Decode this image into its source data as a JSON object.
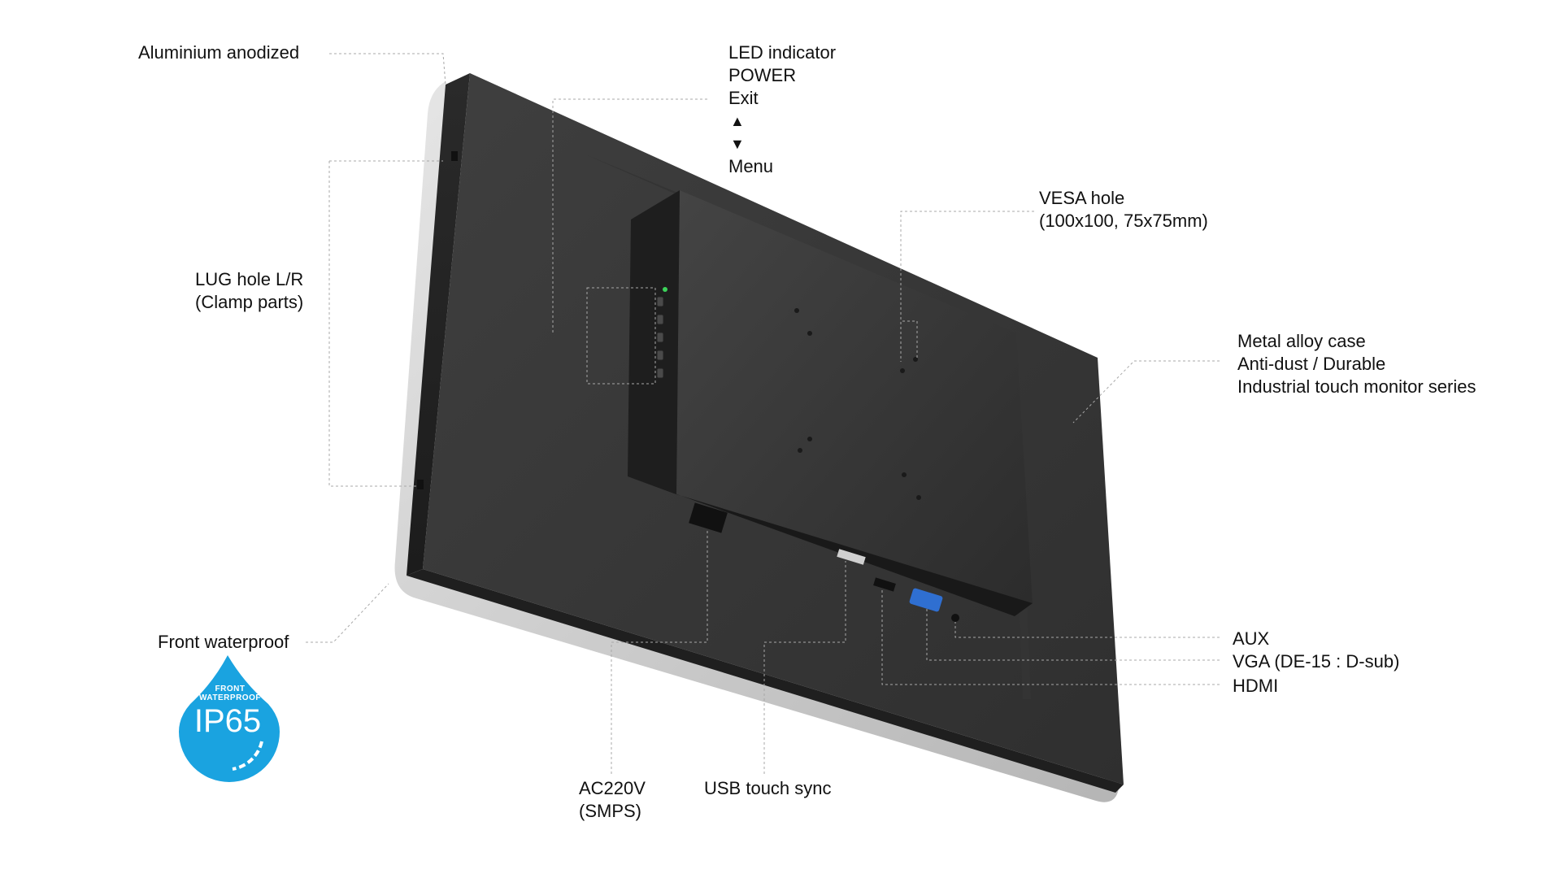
{
  "labels": {
    "aluminium": "Aluminium anodized",
    "buttons": [
      "LED indicator",
      "POWER",
      "Exit",
      "▲",
      "▼",
      "Menu"
    ],
    "lug": [
      "LUG hole L/R",
      "(Clamp parts)"
    ],
    "vesa": [
      "VESA hole",
      "(100x100, 75x75mm)"
    ],
    "case": [
      "Metal alloy case",
      "Anti-dust / Durable",
      "Industrial touch monitor series"
    ],
    "waterproof": "Front waterproof",
    "aux": "AUX",
    "vga": "VGA (DE-15 : D-sub)",
    "hdmi": "HDMI",
    "ac": [
      "AC220V",
      "(SMPS)"
    ],
    "usb": "USB touch sync"
  },
  "badge": {
    "line1": "FRONT",
    "line2": "WATERPROOF",
    "rating": "IP65",
    "color": "#1AA3E0"
  },
  "colors": {
    "monitor_back": "#3a3a3a",
    "monitor_frame": "#cfcfcf",
    "leader_line": "#a8a8a8",
    "led": "#3cd35a"
  }
}
